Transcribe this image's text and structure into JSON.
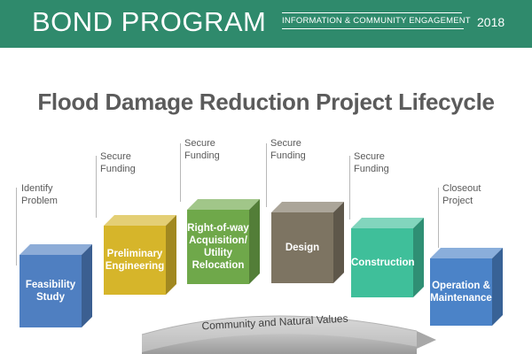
{
  "banner": {
    "title": "BOND PROGRAM",
    "tagline": "INFORMATION & COMMUNITY ENGAGEMENT",
    "year": "2018"
  },
  "diagram": {
    "title": "Flood Damage Reduction Project Lifecycle",
    "notes": [
      {
        "line1": "Identify",
        "line2": "Problem"
      },
      {
        "line1": "Secure",
        "line2": "Funding"
      },
      {
        "line1": "Secure",
        "line2": "Funding"
      },
      {
        "line1": "Secure",
        "line2": "Funding"
      },
      {
        "line1": "Secure",
        "line2": "Funding"
      },
      {
        "line1": "Closeout",
        "line2": "Project"
      }
    ],
    "stages": [
      {
        "lines": [
          "Feasibility",
          "Study"
        ],
        "color": "#4f7fc1"
      },
      {
        "lines": [
          "Preliminary",
          "Engineering"
        ],
        "color": "#d6b52a"
      },
      {
        "lines": [
          "Right-of-way",
          "Acquisition/",
          "Utility",
          "Relocation"
        ],
        "color": "#6fa84a"
      },
      {
        "lines": [
          "Design"
        ],
        "color": "#7d7462"
      },
      {
        "lines": [
          "Construction"
        ],
        "color": "#3fbf9a"
      },
      {
        "lines": [
          "Operation &",
          "Maintenance"
        ],
        "color": "#4b83c8"
      }
    ],
    "arc_label": "Community and Natural Values"
  }
}
